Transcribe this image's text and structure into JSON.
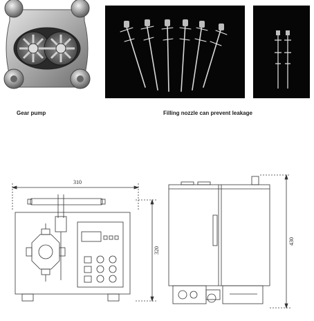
{
  "captions": {
    "gear_pump": "Gear pump",
    "filling_nozzle": "Filling nozzle can prevent leakage"
  },
  "dimensions": {
    "width": "310",
    "front_height": "320",
    "side_height": "430"
  },
  "colors": {
    "photo_background": "#060606",
    "drawing_line": "#333333"
  }
}
